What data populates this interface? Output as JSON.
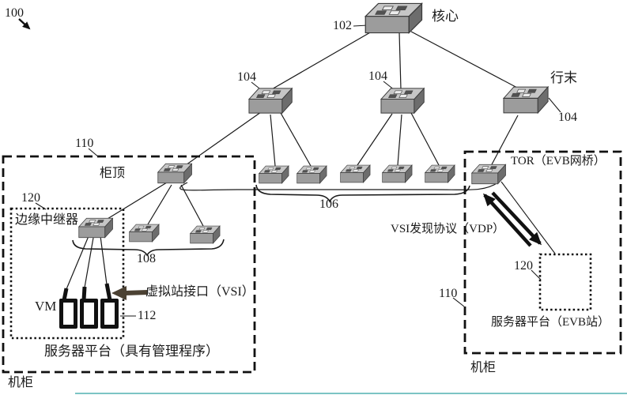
{
  "figure": {
    "ref": "100",
    "core": {
      "ref": "102",
      "label": "核心"
    },
    "agg_left": {
      "ref": "104"
    },
    "agg_mid": {
      "ref": "104"
    },
    "row_end": {
      "label": "行末",
      "ref": "104"
    },
    "link_brace": "106",
    "left_cabinet": {
      "ref": "110",
      "label": "机柜",
      "rack_top": "柜顶",
      "edge_relay": {
        "ref": "120",
        "label": "边缘中继器"
      },
      "downlink_brace": "108",
      "vm_label": "VM",
      "vm_ref": "112",
      "vsi_label": "虚拟站接口（VSI）",
      "server_label": "服务器平台（具有管理程序）"
    },
    "right_cabinet": {
      "ref": "110",
      "label": "机柜",
      "tor_label": "TOR（EVB网桥）",
      "vdp_label": "VSI发现协议（VDP）",
      "evb_station_ref": "120",
      "server_label": "服务器平台（EVB站）"
    },
    "icons": {
      "switch": "network-switch-3d-icon",
      "vsi_pointer": "left-arrow-icon",
      "fig_pointer": "down-right-arrow-icon"
    },
    "colors": {
      "line": "#1a1a1a",
      "vsi_arrow": "#4b4133",
      "switch_top": "#c6c6c6",
      "switch_front": "#9c9c9c",
      "switch_side": "#6d6d6d",
      "teal_strip": "#7cc4c4"
    }
  }
}
